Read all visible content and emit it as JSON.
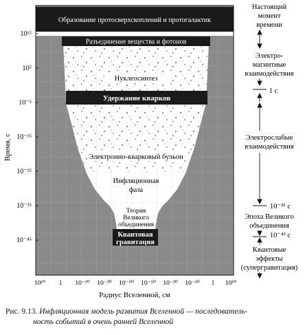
{
  "figure": {
    "y_axis_label": "Время, с",
    "x_axis_label": "Радиус Вселенной, см",
    "y_ticks": [
      "10¹⁵",
      "10⁵",
      "10⁻⁵",
      "10⁻¹⁵",
      "10⁻²⁵",
      "10⁻³⁵",
      "10⁻⁴⁵"
    ],
    "x_ticks": [
      "10¹⁰",
      "1",
      "10⁻¹⁰",
      "10⁻³⁰",
      "10⁻⁵⁰",
      "10⁻⁵⁰",
      "10⁻³⁰",
      "10⁻¹⁰",
      "1",
      "10¹⁰"
    ],
    "bands": {
      "galaxies": "Образование протосверхскоплений и протогалактик",
      "separation": "Разъединение вещества и фотонов",
      "nucleosynthesis": "Нуклеосинтез",
      "quark_confinement": "Удержание кварков",
      "broth": "Электронно-кварковый бульон",
      "inflation_1": "Инфляционная",
      "inflation_2": "фаза",
      "gut_1": "Теория",
      "gut_2": "Великого",
      "gut_3": "объединения",
      "qg_1": "Квантовая",
      "qg_2": "гравитация"
    },
    "right_labels": {
      "now_1": "Настоящий",
      "now_2": "момент",
      "now_3": "времени",
      "em_1": "Электро-",
      "em_2": "магнитные",
      "em_3": "взаимодействия",
      "one_sec": "1 с",
      "ew_1": "Электрослабые",
      "ew_2": "взаимодействия",
      "t35": "10⁻³⁵ с",
      "gut_era_1": "Эпоха Великого",
      "gut_era_2": "объединения",
      "t43": "10⁻⁴³ с",
      "qe_1": "Квантовые",
      "qe_2": "эффекты",
      "qe_3": "(супергравитация)"
    }
  },
  "caption": {
    "figure_no": "Рис. 9.13.",
    "line1": "Инфляционная модель развития Вселенной — последователь-",
    "line2": "ность событий в очень ранней Вселенной"
  }
}
